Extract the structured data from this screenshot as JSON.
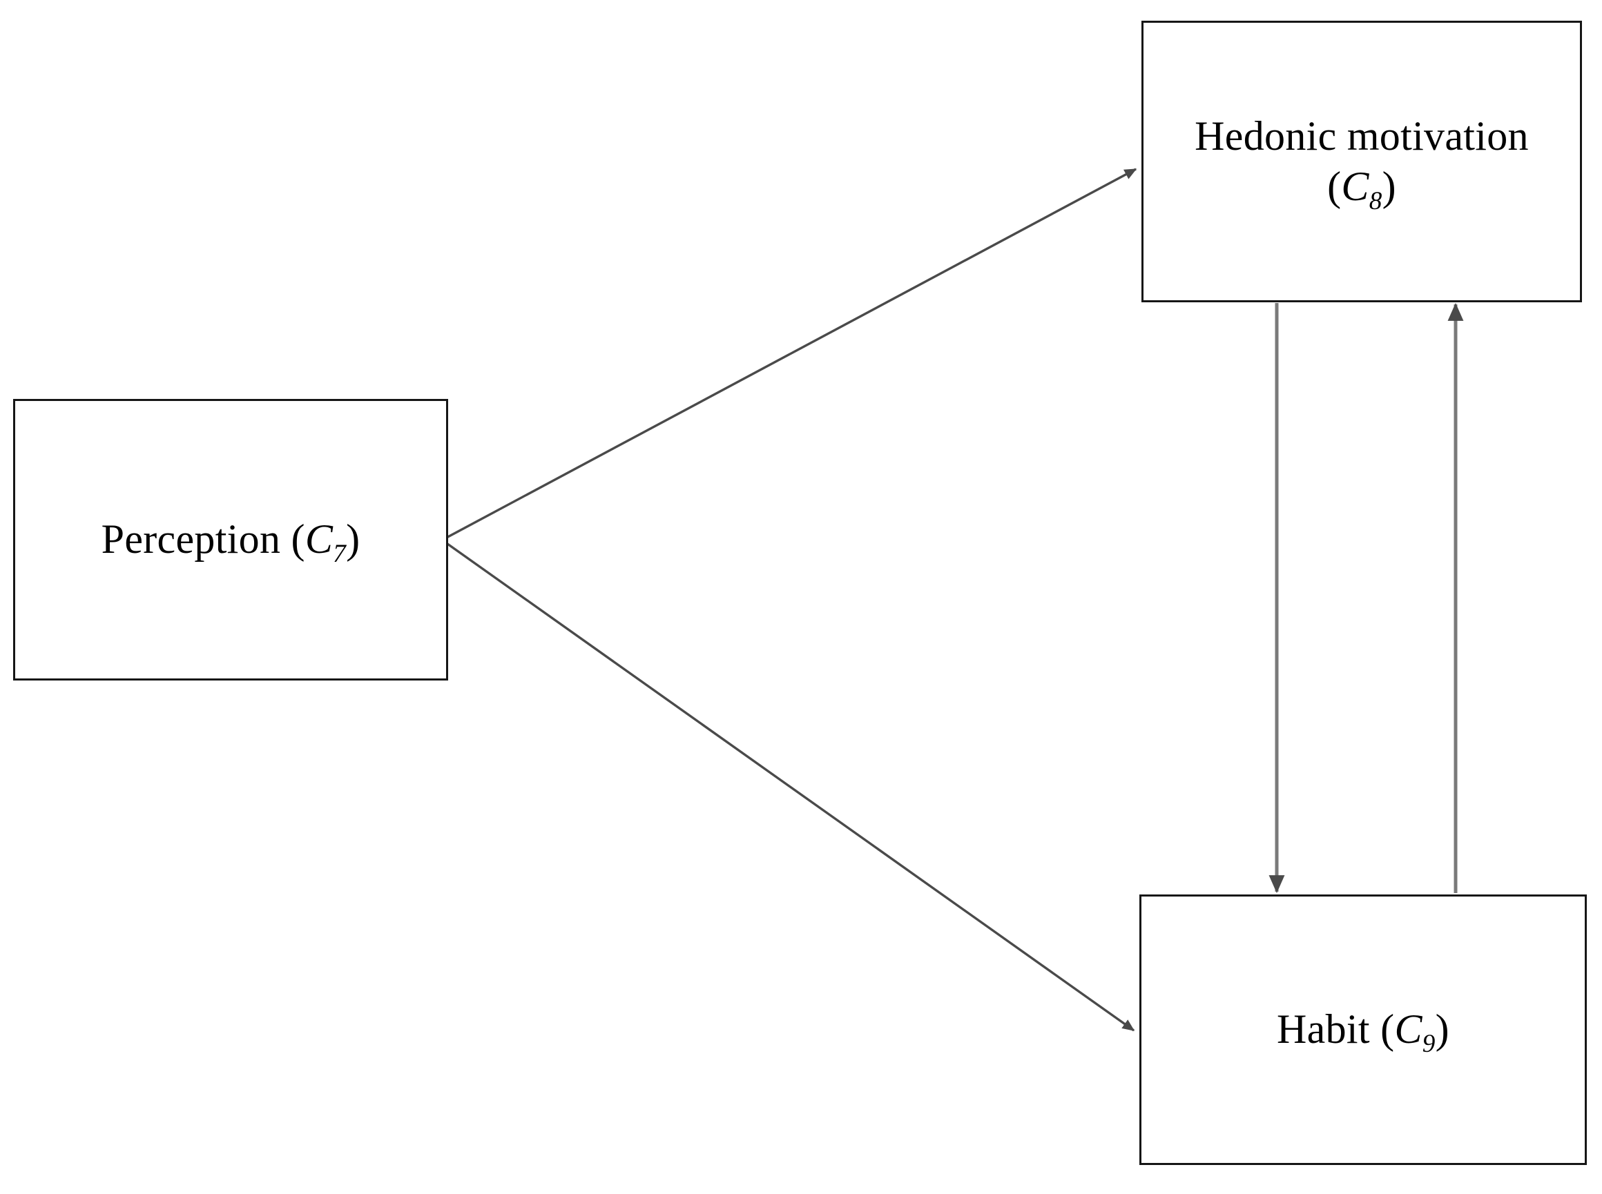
{
  "diagram": {
    "type": "directed-graph",
    "background_color": "#ffffff",
    "node_border_color": "#161616",
    "edge_color": "#4a4a4a",
    "nodes": [
      {
        "id": "C7",
        "name": "perception",
        "label_main": "Perception (",
        "label_var": "C",
        "label_sub": "7",
        "label_close": ")",
        "label_plain": "Perception (C7)",
        "lines": 1
      },
      {
        "id": "C8",
        "name": "hedonic-motivation",
        "label_line1": "Hedonic motivation",
        "label_main": "(",
        "label_var": "C",
        "label_sub": "8",
        "label_close": ")",
        "label_plain": "Hedonic motivation (C8)",
        "lines": 2
      },
      {
        "id": "C9",
        "name": "habit",
        "label_main": "Habit (",
        "label_var": "C",
        "label_sub": "9",
        "label_close": ")",
        "label_plain": "Habit (C9)",
        "lines": 1
      }
    ],
    "edges": [
      {
        "name": "perception-to-hedonic",
        "from": "C7",
        "to": "C8",
        "style": "solid",
        "arrowhead": "end"
      },
      {
        "name": "perception-to-habit",
        "from": "C7",
        "to": "C9",
        "style": "solid",
        "arrowhead": "end"
      },
      {
        "name": "hedonic-to-habit",
        "from": "C8",
        "to": "C9",
        "style": "solid",
        "arrowhead": "end"
      },
      {
        "name": "habit-to-hedonic",
        "from": "C9",
        "to": "C8",
        "style": "solid",
        "arrowhead": "end"
      }
    ]
  }
}
